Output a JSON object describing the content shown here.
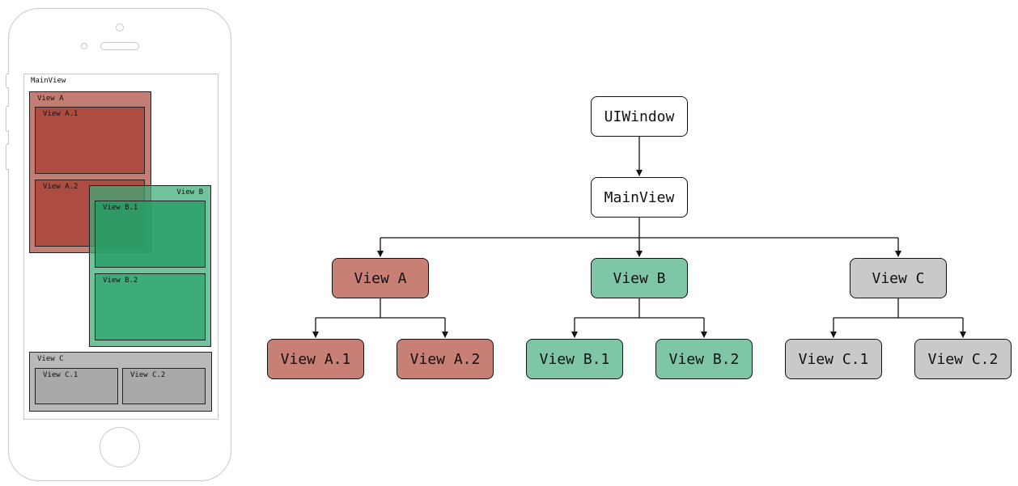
{
  "phone": {
    "mainview_label": "MainView",
    "view_a_label": "View A",
    "view_a1_label": "View A.1",
    "view_a2_label": "View A.2",
    "view_b_label": "View B",
    "view_b1_label": "View B.1",
    "view_b2_label": "View B.2",
    "view_c_label": "View C",
    "view_c1_label": "View C.1",
    "view_c2_label": "View C.2"
  },
  "tree": {
    "uiwindow": "UIWindow",
    "mainview": "MainView",
    "view_a": "View A",
    "view_b": "View B",
    "view_c": "View C",
    "view_a1": "View A.1",
    "view_a2": "View A.2",
    "view_b1": "View B.1",
    "view_b2": "View B.2",
    "view_c1": "View C.1",
    "view_c2": "View C.2"
  },
  "colors": {
    "red": "#c87f75",
    "green": "#7fc6a6",
    "gray": "#c9c9c9"
  }
}
